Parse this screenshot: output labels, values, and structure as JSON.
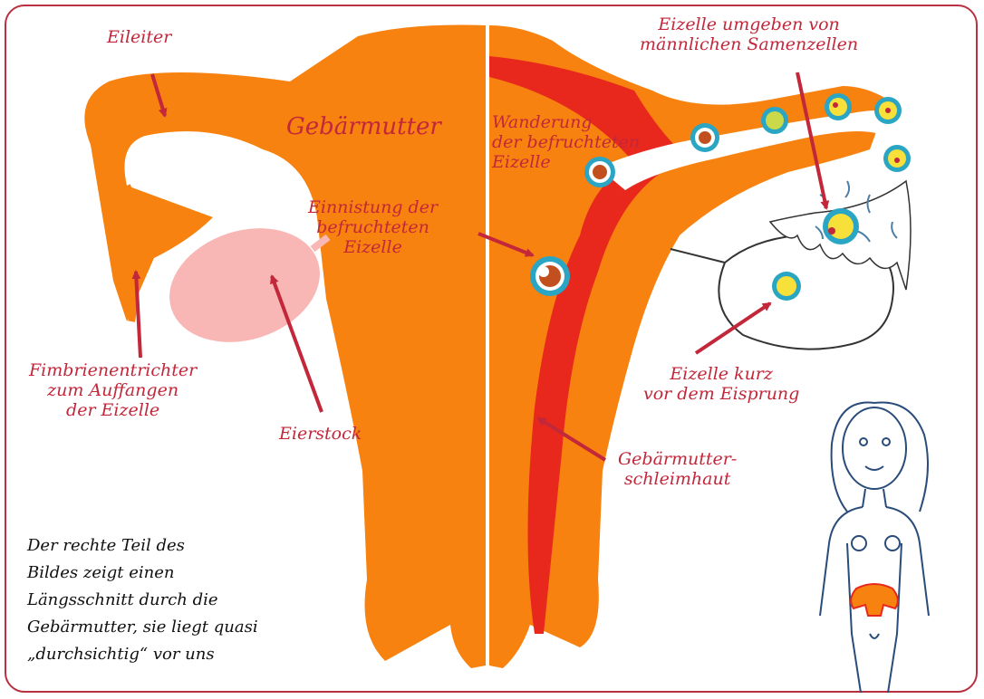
{
  "colors": {
    "border": "#b83140",
    "label_text": "#c2273a",
    "arrow": "#c2273a",
    "uterus": "#f7820f",
    "endometrium": "#e8281d",
    "ovary": "#f8b7b5",
    "egg_cell_ring": "#2aa6c4",
    "egg_cell_core": "#f8e03a",
    "note_text": "#111111"
  },
  "labels": {
    "eileiter": "Eileiter",
    "gebaermutter": "Gebärmutter",
    "wanderung": [
      "Wanderung",
      "der befruchteten",
      "Eizelle"
    ],
    "eizelle_samen": [
      "Eizelle umgeben von",
      "männlichen Samenzellen"
    ],
    "einnistung": [
      "Einnistung der",
      "befruchteten",
      "Eizelle"
    ],
    "fimbrien": [
      "Fimbrienentrichter",
      "zum Auffangen",
      "der Eizelle"
    ],
    "eierstock": "Eierstock",
    "eisprung": [
      "Eizelle kurz",
      "vor dem Eisprung"
    ],
    "schleimhaut": [
      "Gebärmutter-",
      "schleimhaut"
    ]
  },
  "note": [
    "Der rechte Teil des",
    "Bildes zeigt einen",
    "Längsschnitt durch die",
    "Gebärmutter, sie liegt quasi",
    "„durchsichtig“ vor uns"
  ]
}
